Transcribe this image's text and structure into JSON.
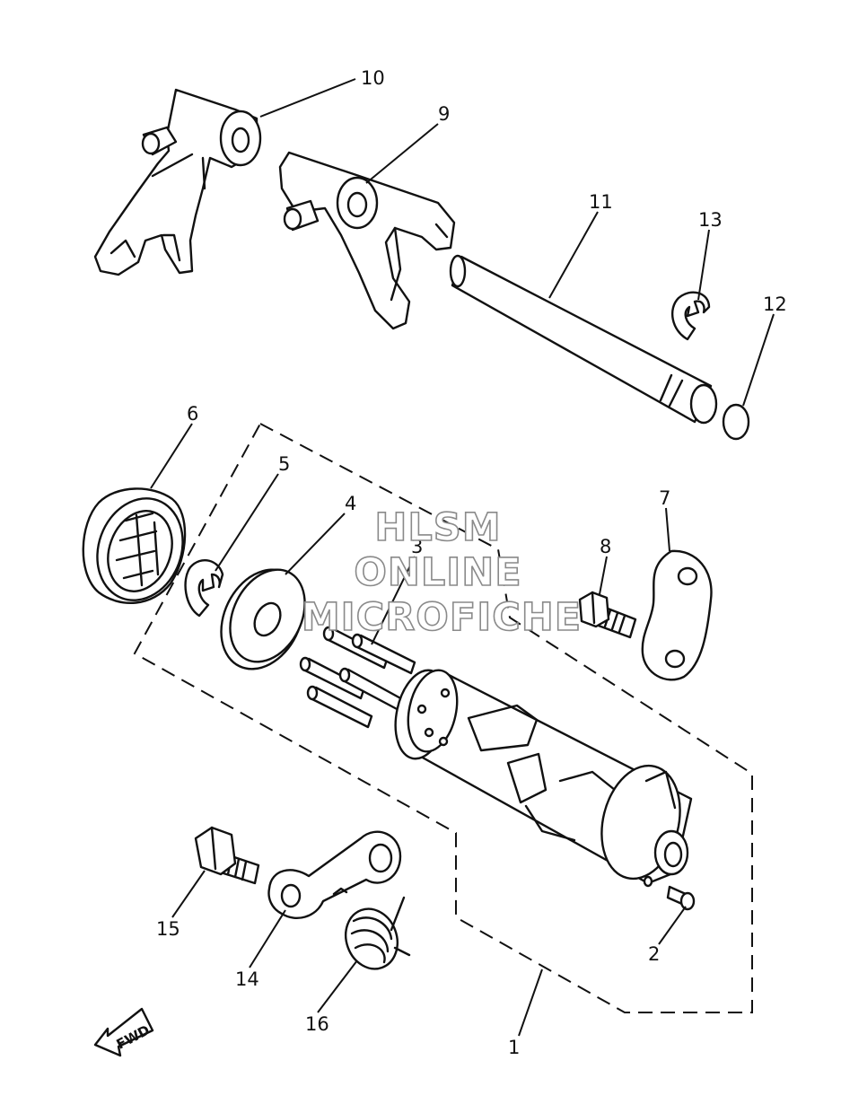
{
  "watermark": {
    "line1": "HLSM",
    "line2": "ONLINE",
    "line3": "MICROFICHE"
  },
  "fwd_label": "FWD",
  "callouts": [
    {
      "id": "10",
      "label": "10"
    },
    {
      "id": "9",
      "label": "9"
    },
    {
      "id": "11",
      "label": "11"
    },
    {
      "id": "13",
      "label": "13"
    },
    {
      "id": "12",
      "label": "12"
    },
    {
      "id": "6",
      "label": "6"
    },
    {
      "id": "5",
      "label": "5"
    },
    {
      "id": "4",
      "label": "4"
    },
    {
      "id": "3",
      "label": "3"
    },
    {
      "id": "7",
      "label": "7"
    },
    {
      "id": "8",
      "label": "8"
    },
    {
      "id": "15",
      "label": "15"
    },
    {
      "id": "14",
      "label": "14"
    },
    {
      "id": "16",
      "label": "16"
    },
    {
      "id": "2",
      "label": "2"
    },
    {
      "id": "1",
      "label": "1"
    }
  ]
}
